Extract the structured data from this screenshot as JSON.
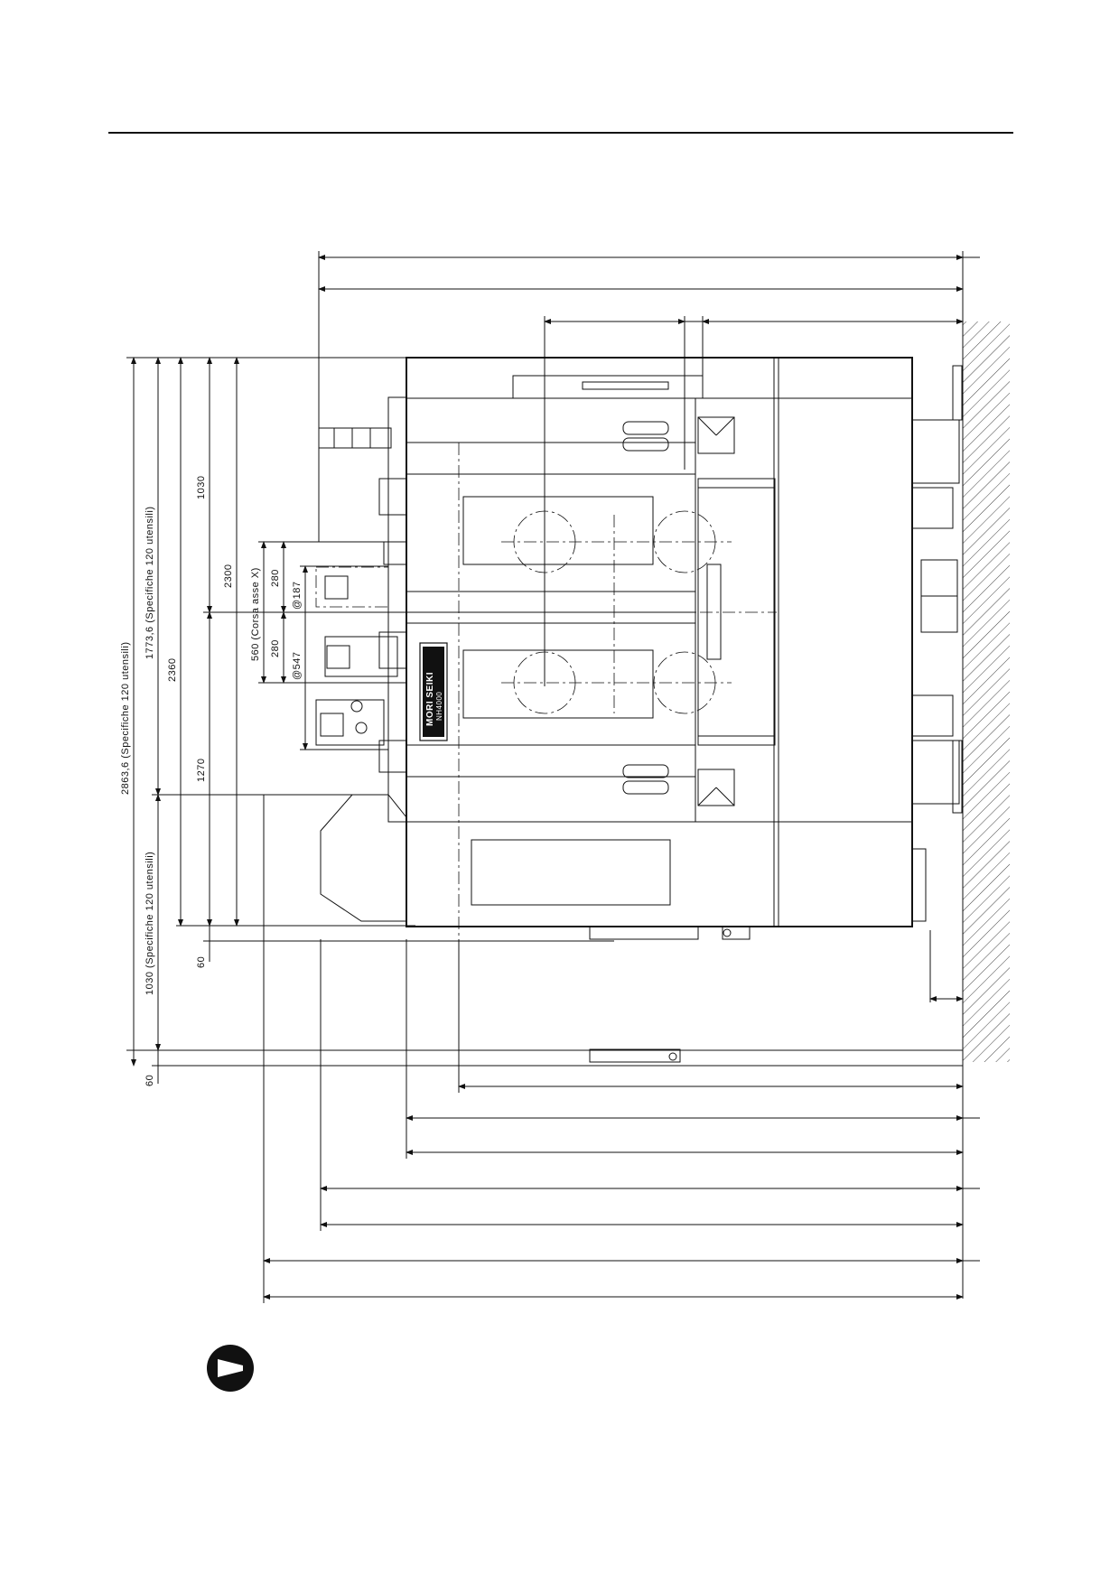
{
  "dimensions": {
    "d2863": "2863,6 (Specifiche 120 utensili)",
    "d1773": "1773,6 (Specifiche 120 utensili)",
    "d1030b": "1030 (Specifiche 120 utensili)",
    "d60a": "60",
    "d1030": "1030",
    "d1270": "1270",
    "d60b": "60",
    "d2360": "2360",
    "d2300": "2300",
    "d560": "560 (Corsa asse X)",
    "d280a": "280",
    "d280b": "280",
    "d187": "@187",
    "d547": "@547"
  },
  "nameplate": {
    "brand": "MORI SEIKI",
    "model": "NH4000"
  },
  "view_icon": "view-direction-icon",
  "colors": {
    "ink": "#111111",
    "paper": "#ffffff"
  }
}
